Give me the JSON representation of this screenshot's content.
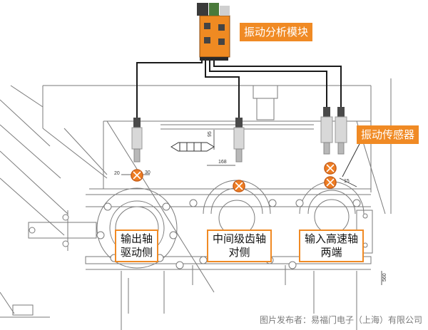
{
  "callouts": {
    "module_label": "振动分析模块",
    "sensor_label": "振动传感器"
  },
  "positions": [
    {
      "line1": "输出轴",
      "line2": "驱动侧"
    },
    {
      "line1": "中间级齿轴",
      "line2": "对侧"
    },
    {
      "line1": "输入高速轴",
      "line2": "两端"
    }
  ],
  "dimensions": {
    "d20": "20",
    "d30": "30",
    "d95": "95",
    "d168": "168",
    "d15": "15",
    "d560": "560"
  },
  "credit": "图片发布者：易福门电子（上海）有限公司",
  "colors": {
    "accent": "#f08a24",
    "cable": "#1a1a1a",
    "drawing_line": "#7a7a7a"
  }
}
